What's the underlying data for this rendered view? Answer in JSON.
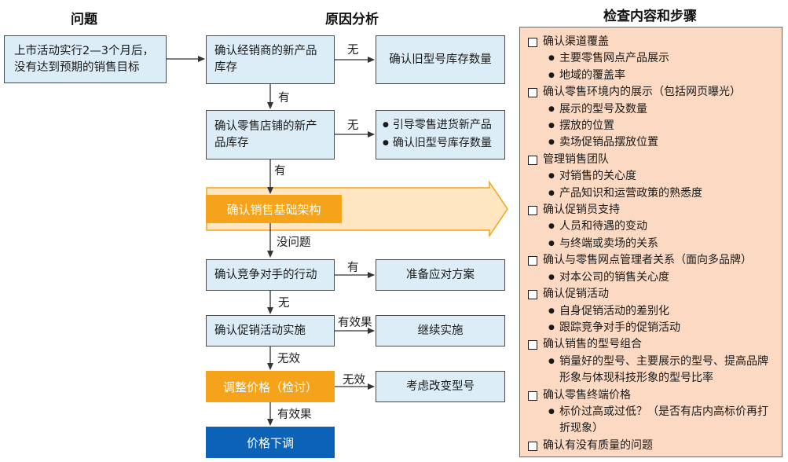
{
  "headers": {
    "problem": "问题",
    "analysis": "原因分析",
    "checklist": "检查内容和步骤"
  },
  "problem_box": {
    "line1": "上市活动实行2—3个月后，",
    "line2": "没有达到预期的销售目标"
  },
  "steps": {
    "dealer_stock": {
      "line1": "确认经销商的新产品",
      "line2": "库存"
    },
    "old_stock": "确认旧型号库存数量",
    "retail_stock": {
      "line1": "确认零售店铺的新产",
      "line2": "品库存"
    },
    "retail_actions": [
      "引导零售进货新产品",
      "确认旧型号库存数量"
    ],
    "sales_infra": "确认销售基础架构",
    "competitor": "确认竞争对手的行动",
    "response_plan": "准备应对方案",
    "promotion": "确认促销活动实施",
    "continue": "继续实施",
    "adjust_price": "调整价格（检讨）",
    "change_model": "考虑改变型号",
    "price_down": "价格下调"
  },
  "edge_labels": {
    "no1": "无",
    "yes1": "有",
    "no2": "无",
    "yes2": "有",
    "ok": "没问题",
    "yes3": "有",
    "no3": "无",
    "effective1": "有效果",
    "noeffect1": "无效",
    "noeffect2": "无效",
    "effective2": "有效果"
  },
  "checklist": [
    {
      "title": "确认渠道覆盖",
      "items": [
        "主要零售网点产品展示",
        "地域的覆盖率"
      ]
    },
    {
      "title": "确认零售环境内的展示（包括网页曝光）",
      "items": [
        "展示的型号及数量",
        "摆放的位置",
        "卖场促销品摆放位置"
      ]
    },
    {
      "title": "管理销售团队",
      "items": [
        "对销售的关心度",
        "产品知识和运营政策的熟悉度"
      ]
    },
    {
      "title": "确认促销员支持",
      "items": [
        "人员和待遇的变动",
        "与终端或卖场的关系"
      ]
    },
    {
      "title": "确认与零售网点管理者关系（面向多品牌）",
      "items": [
        "对本公司的销售关心度"
      ]
    },
    {
      "title": "确认促销活动",
      "items": [
        "自身促销活动的差别化",
        "跟踪竞争对手的促销活动"
      ]
    },
    {
      "title": "确认销售的型号组合",
      "items": [
        "销量好的型号、主要展示的型号、提高品牌形象与体现科技形象的型号比率"
      ]
    },
    {
      "title": "确认零售终端价格",
      "items": [
        "标价过高或过低？（是否有店内高标价再打折现象）"
      ]
    },
    {
      "title": "确认有没有质量的问题",
      "items": []
    }
  ],
  "colors": {
    "box_fill": "#dcedf8",
    "orange": "#f4a31a",
    "blue": "#0b62b7",
    "panel": "#fbd9c2"
  }
}
